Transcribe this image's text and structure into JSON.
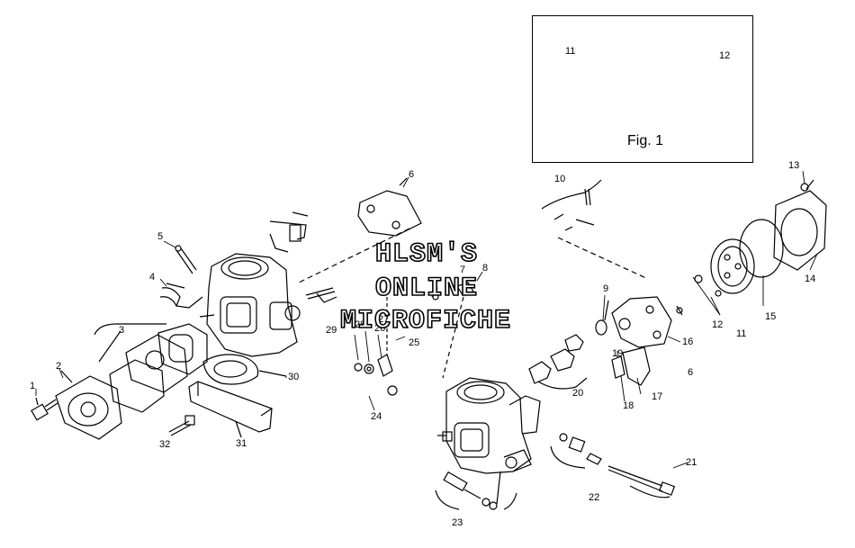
{
  "watermark": {
    "line1": "HLSM'S",
    "line2": "ONLINE",
    "line3": "MICROFICHE"
  },
  "inset": {
    "caption": "Fig. 1",
    "callouts": [
      "11",
      "12"
    ]
  },
  "callouts": [
    "1",
    "2",
    "3",
    "4",
    "5",
    "6",
    "6",
    "7",
    "8",
    "9",
    "10",
    "11",
    "12",
    "13",
    "14",
    "15",
    "16",
    "17",
    "18",
    "19",
    "20",
    "21",
    "22",
    "23",
    "24",
    "25",
    "26",
    "27",
    "28",
    "29",
    "30",
    "31",
    "32"
  ],
  "colors": {
    "line": "#000000",
    "background": "#ffffff"
  }
}
